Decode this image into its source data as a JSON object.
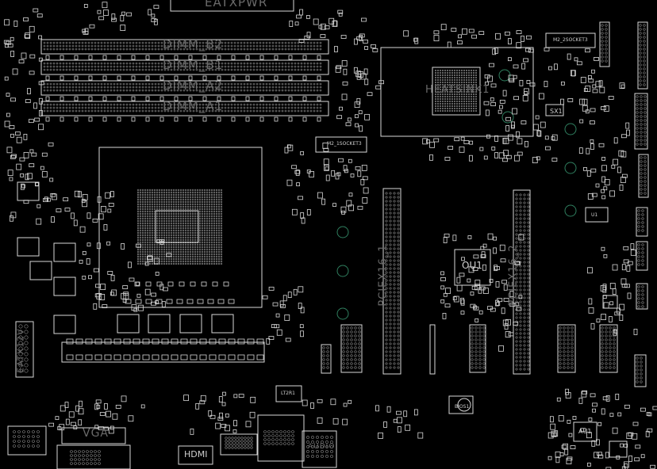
{
  "board": {
    "colors": {
      "background": "#000000",
      "outline": "#d8d8d8",
      "pad": "#bdbdbd",
      "via": "#2f7f5f"
    },
    "labels": {
      "eatxpwr": "EATXPWR",
      "dimm_b2": "DIMM_B2",
      "dimm_b1": "DIMM_B1",
      "dimm_a2": "DIMM_A2",
      "dimm_a1": "DIMM_A1",
      "heatsink": "HEATSINK1",
      "m2_socket3": "M2_1SOCKET3",
      "m2_socket_top": "M2_2SOCKET3",
      "sx1": "SX1",
      "ou1": "OU1",
      "pciex16_1": "PCIEX16_1",
      "pciex16_2": "PCIEX16_2",
      "eatx12v": "EATX12V",
      "vga": "VGA",
      "hdmi": "HDMI",
      "lt2r1": "LT2R1",
      "audio": "AUDIO",
      "au1": "AU1",
      "bios": "BIOS1",
      "u1": "U1"
    }
  }
}
